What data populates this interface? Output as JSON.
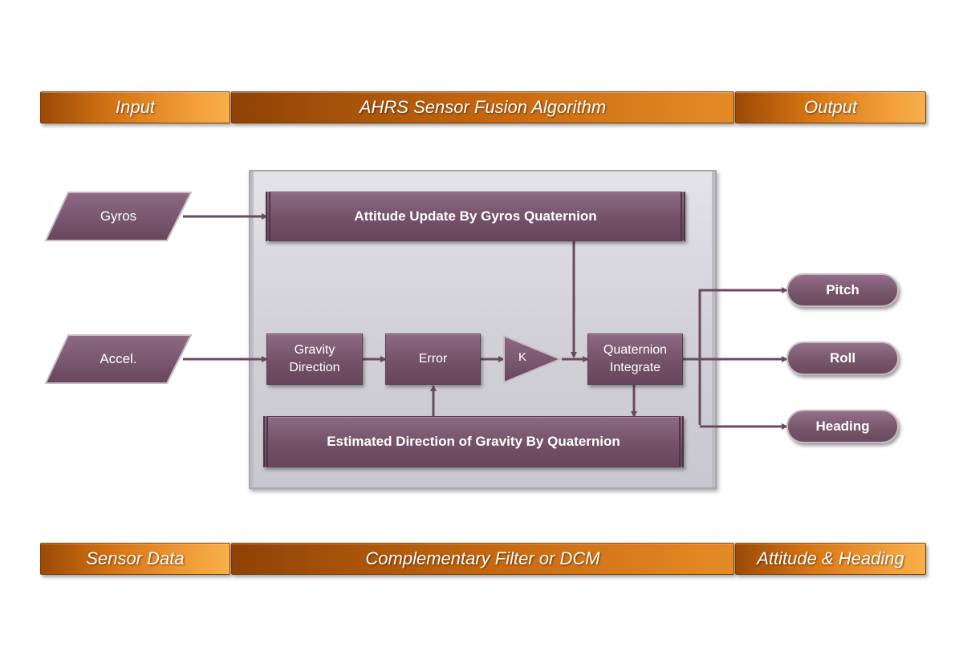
{
  "header_bands": {
    "input": "Input",
    "algorithm": "AHRS Sensor Fusion Algorithm",
    "output": "Output"
  },
  "footer_bands": {
    "sensor_data": "Sensor Data",
    "filter": "Complementary Filter or DCM",
    "attitude": "Attitude & Heading"
  },
  "inputs": {
    "gyros": "Gyros",
    "accel": "Accel."
  },
  "blocks": {
    "attitude_update": "Attitude Update By Gyros Quaternion",
    "gravity_direction": "Gravity Direction",
    "error": "Error",
    "gain": "K",
    "quaternion_integrate": "Quaternion Integrate",
    "estimated_gravity": "Estimated Direction of Gravity By Quaternion"
  },
  "outputs": {
    "pitch": "Pitch",
    "roll": "Roll",
    "heading": "Heading"
  },
  "colors": {
    "band_orange": "#d87615",
    "block_purple": "#735168",
    "panel_gray": "#d2d1d8",
    "connector": "#6a4a5f"
  }
}
